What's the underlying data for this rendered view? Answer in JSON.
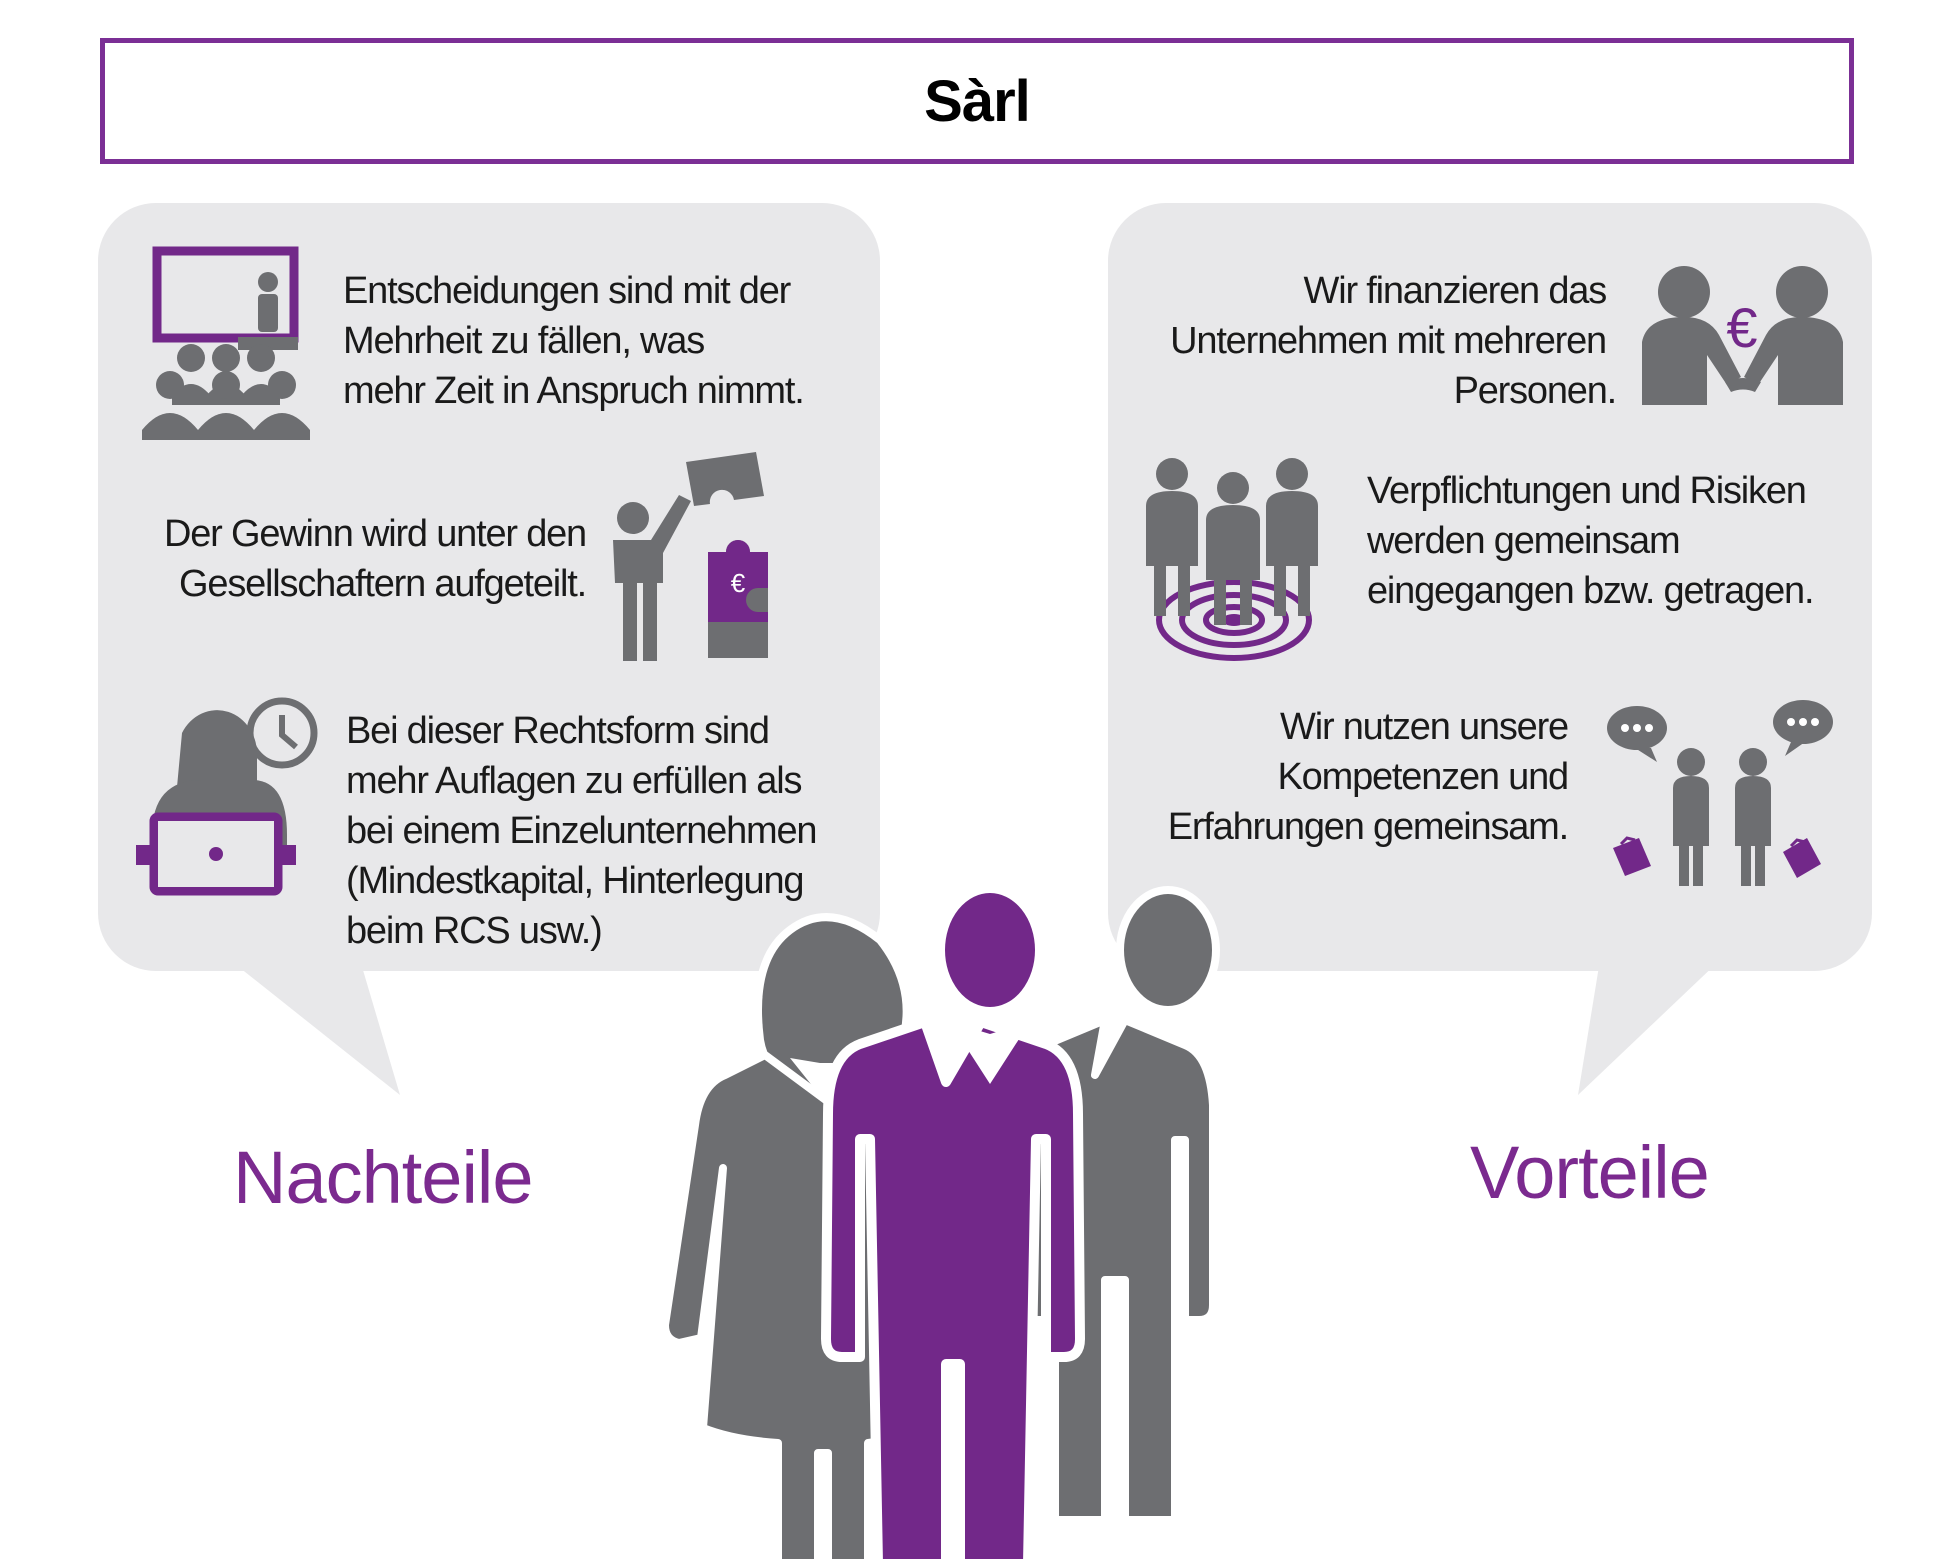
{
  "title": "Sàrl",
  "colors": {
    "accent": "#722889",
    "gray": "#6d6e71",
    "bubble": "#e8e8ea"
  },
  "disadvantages": {
    "heading": "Nachteile",
    "items": [
      {
        "icon": "classroom-presentation-icon",
        "lines": [
          "Entscheidungen sind mit der",
          "Mehrheit zu fällen, was",
          "mehr Zeit in Anspruch nimmt."
        ]
      },
      {
        "icon": "person-puzzle-euro-icon",
        "lines": [
          "Der Gewinn wird unter den",
          "Gesellschaftern aufgeteilt."
        ]
      },
      {
        "icon": "person-laptop-clock-icon",
        "lines": [
          "Bei dieser Rechtsform sind",
          "mehr Auflagen zu erfüllen als",
          "bei einem Einzelunternehmen",
          "(Mindestkapital, Hinterlegung",
          "beim RCS usw.)"
        ]
      }
    ]
  },
  "advantages": {
    "heading": "Vorteile",
    "items": [
      {
        "icon": "handshake-euro-icon",
        "lines": [
          "Wir finanzieren das",
          "Unternehmen mit mehreren",
          "Personen."
        ]
      },
      {
        "icon": "group-target-icon",
        "lines": [
          "Verpflichtungen und Risiken",
          "werden gemeinsam",
          "eingegangen bzw. getragen."
        ]
      },
      {
        "icon": "people-talking-briefcase-icon",
        "lines": [
          "Wir nutzen unsere",
          "Kompetenzen und",
          "Erfahrungen gemeinsam."
        ]
      }
    ]
  }
}
